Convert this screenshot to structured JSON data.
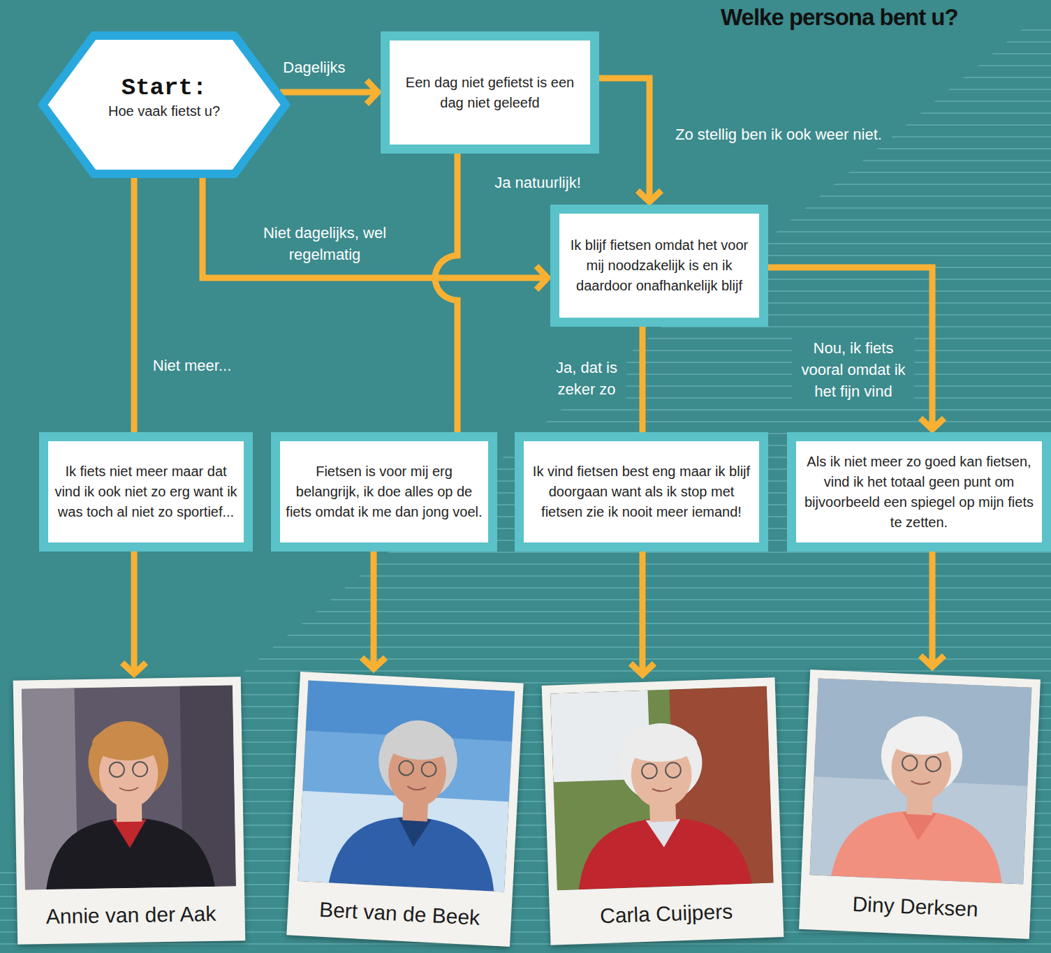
{
  "diagram": {
    "title": "Welke persona bent u?",
    "nodes": [
      {
        "text": [
          "Start:",
          "Hoe vaak fietst u?"
        ]
      },
      {
        "text": [
          "Een dag niet gefietst is een dag niet geleefd"
        ]
      },
      {
        "text": [
          "Ik blijf fietsen omdat het voor mij noodzakelijk is en ik daardoor onafhankelijk blijf"
        ]
      },
      {
        "text": [
          "Ik fiets niet meer maar dat vind ik ook niet zo erg want ik was toch al niet zo sportief..."
        ]
      },
      {
        "text": [
          "Fietsen is voor mij erg belangrijk, ik doe alles op de fiets omdat ik me dan jong voel."
        ]
      },
      {
        "text": [
          "Ik vind fietsen best eng maar ik blijf doorgaan want als ik stop met fietsen zie ik nooit meer iemand!"
        ]
      },
      {
        "text": [
          "Als ik niet meer zo goed kan fietsen, vind ik het totaal geen punt om bijvoorbeeld een spiegel op mijn fiets te zetten."
        ]
      },
      {
        "text": [
          "Annie van der Aak"
        ]
      },
      {
        "text": [
          "Bert van de Beek"
        ]
      },
      {
        "text": [
          "Carla Cuijpers"
        ]
      },
      {
        "text": [
          "Diny Derksen"
        ]
      }
    ],
    "edges": [
      {
        "from": 0,
        "to": 1,
        "arrow": "to",
        "label": "Dagelijks"
      },
      {
        "from": 0,
        "to": 2,
        "arrow": "to",
        "label": "Niet dagelijks, wel regelmatig"
      },
      {
        "from": 0,
        "to": 3,
        "arrow": "none",
        "label": "Niet meer..."
      },
      {
        "from": 1,
        "to": 2,
        "arrow": "to",
        "label": "Zo stellig ben ik ook weer niet."
      },
      {
        "from": 1,
        "to": 4,
        "arrow": "none",
        "label": "Ja natuurlijk!"
      },
      {
        "from": 2,
        "to": 5,
        "arrow": "none",
        "label": "Ja, dat is zeker zo"
      },
      {
        "from": 2,
        "to": 6,
        "arrow": "to",
        "label": "Nou, ik fiets vooral omdat ik het fijn vind"
      },
      {
        "from": 3,
        "to": 7,
        "arrow": "to"
      },
      {
        "from": 4,
        "to": 8,
        "arrow": "to"
      },
      {
        "from": 5,
        "to": 9,
        "arrow": "to"
      },
      {
        "from": 6,
        "to": 10,
        "arrow": "to"
      }
    ]
  }
}
